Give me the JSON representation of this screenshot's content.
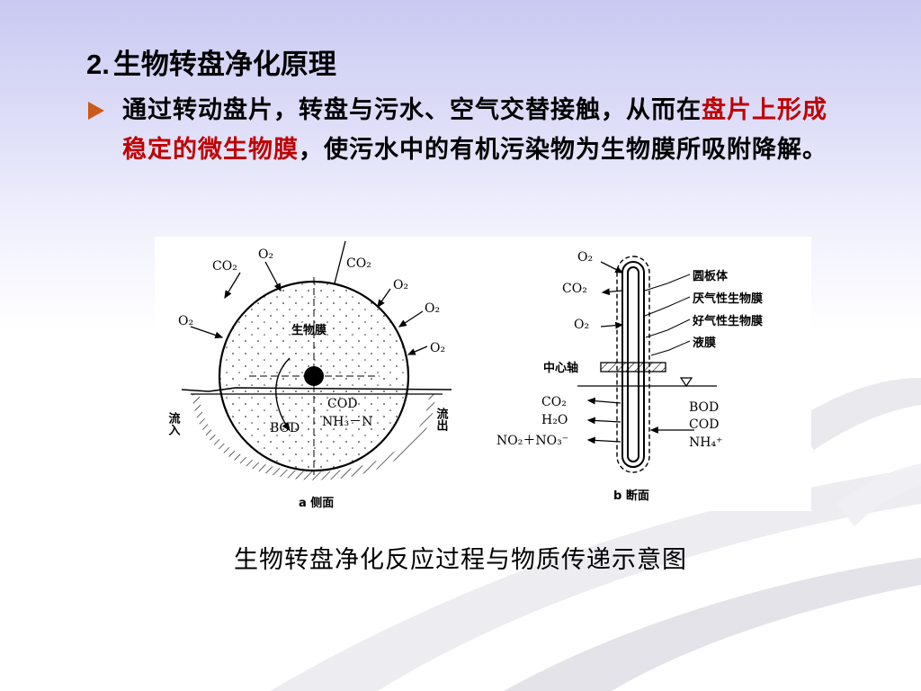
{
  "title": {
    "number": "2.",
    "text": "生物转盘净化原理"
  },
  "bullet": {
    "icon": "arrow-bullet-icon",
    "text_before": "通过转动盘片，转盘与污水、空气交替接触，从而在",
    "highlight": "盘片上形成稳定的微生物膜",
    "text_after": "，使污水中的有机污染物为生物膜所吸附降解。",
    "highlight_color": "#c00000"
  },
  "diagram": {
    "side_view": {
      "labels": {
        "co2_a": "CO₂",
        "o2_a": "O₂",
        "co2_b": "CO₂",
        "o2_b": "O₂",
        "o2_c": "O₂",
        "o2_d": "O₂",
        "o2_left": "O₂",
        "biofilm": "生物膜",
        "cod": "COD",
        "nh3n": "NH₃－N",
        "bod": "BOD",
        "inflow": "流入",
        "outflow": "流出"
      },
      "caption": "a 侧面"
    },
    "section_view": {
      "labels": {
        "o2_top": "O₂",
        "co2": "CO₂",
        "o2_mid": "O₂",
        "disc": "圆板体",
        "anaerobic": "厌气性生物膜",
        "aerobic": "好气性生物膜",
        "liquid": "液膜",
        "axis": "中心轴",
        "co2_low": "CO₂",
        "h2o": "H₂O",
        "no": "NO₂＋NO₃⁻",
        "bod": "BOD",
        "cod": "COD",
        "nh4": "NH₄⁺"
      },
      "caption": "b 断面"
    }
  },
  "caption": "生物转盘净化反应过程与物质传递示意图",
  "colors": {
    "bullet": "#cc5a1a",
    "background_top": "#c9c9f2"
  }
}
